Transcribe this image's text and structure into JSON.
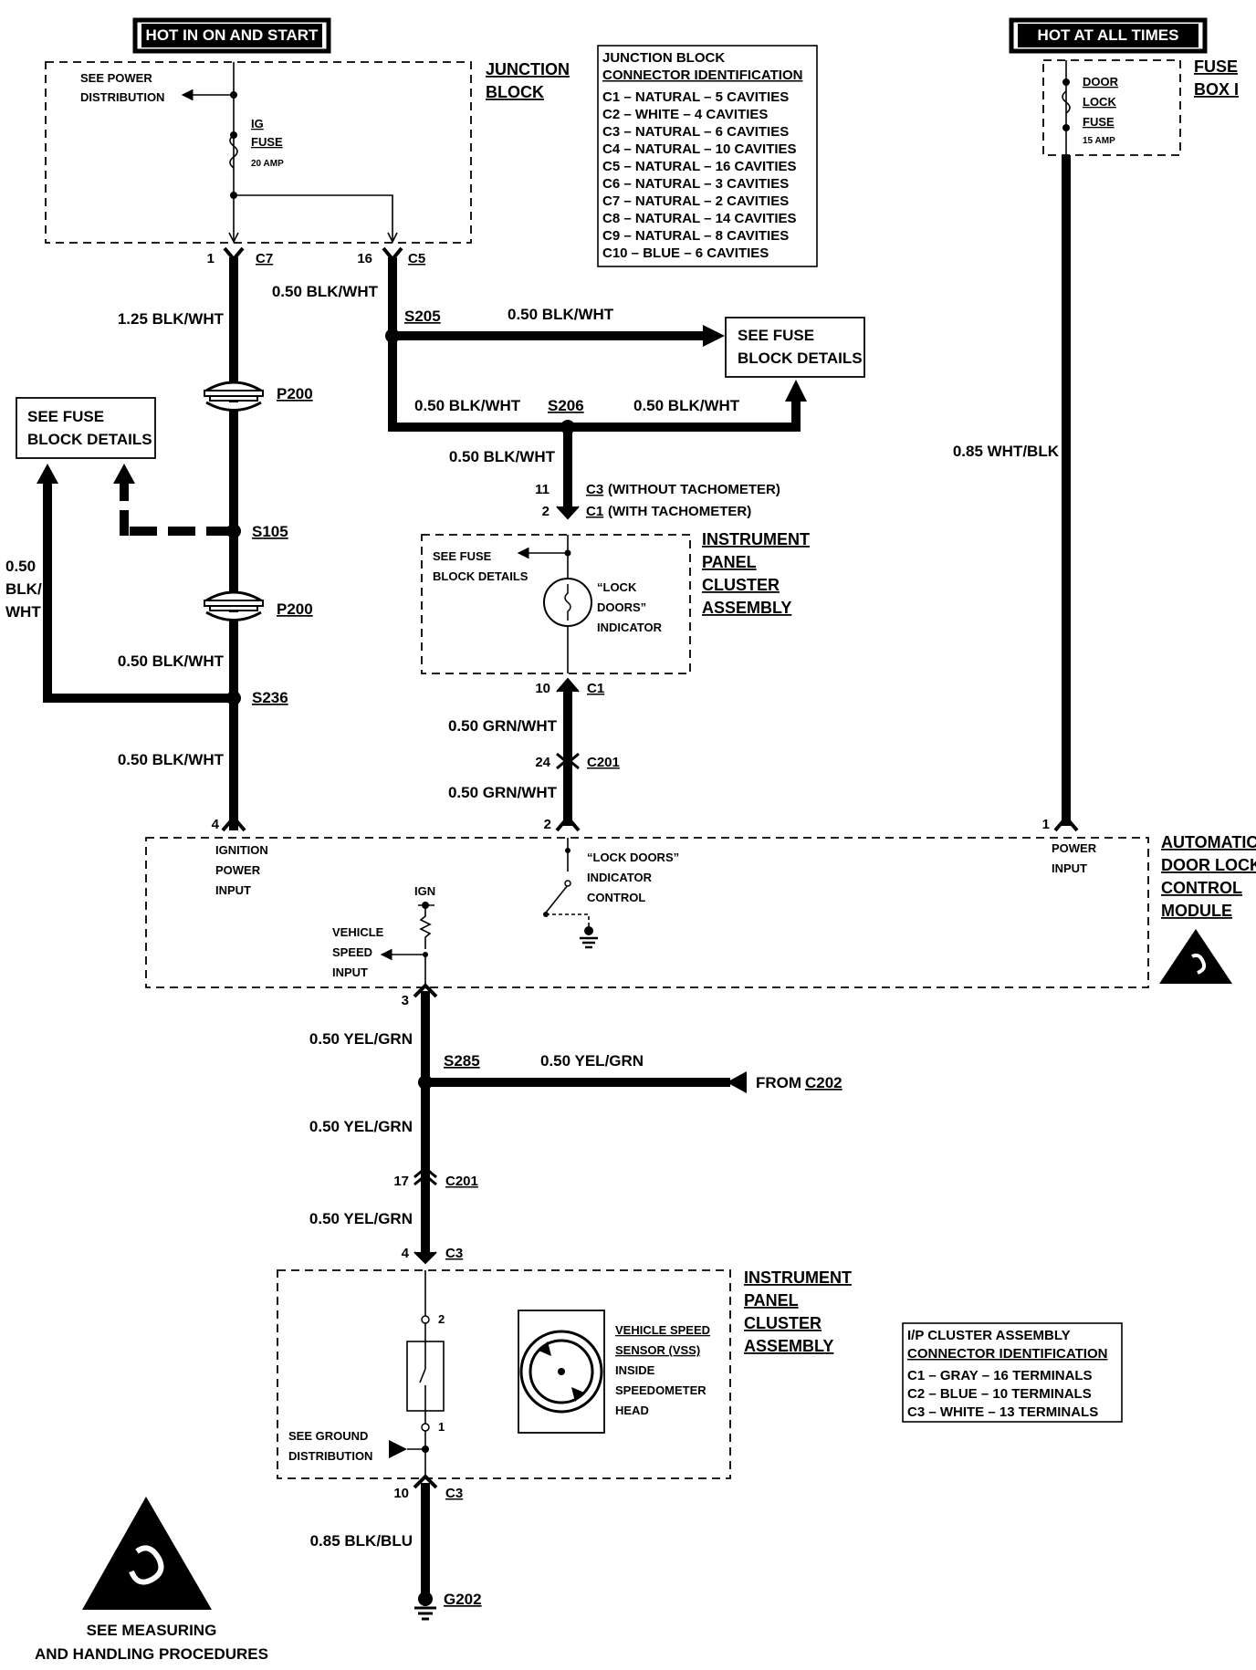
{
  "power": {
    "hot_in_on_and_start": "HOT IN ON AND START",
    "hot_at_all_times": "HOT AT ALL TIMES"
  },
  "junction_block": {
    "label_line1": "JUNCTION",
    "label_line2": "BLOCK",
    "see_power_line1": "SEE POWER",
    "see_power_line2": "DISTRIBUTION",
    "fuse_name_line1": "IG",
    "fuse_name_line2": "FUSE",
    "fuse_rating": "20 AMP"
  },
  "jb_connector_id": {
    "title_line1": "JUNCTION BLOCK",
    "title_line2": "CONNECTOR IDENTIFICATION",
    "rows": [
      "C1 – NATURAL – 5 CAVITIES",
      "C2 – WHITE – 4 CAVITIES",
      "C3 – NATURAL – 6 CAVITIES",
      "C4 – NATURAL – 10 CAVITIES",
      "C5 – NATURAL – 16 CAVITIES",
      "C6 – NATURAL – 3 CAVITIES",
      "C7 – NATURAL – 2 CAVITIES",
      "C8 – NATURAL – 14 CAVITIES",
      "C9 – NATURAL – 8 CAVITIES",
      "C10 – BLUE – 6 CAVITIES"
    ]
  },
  "fuse_box": {
    "label_line1": "FUSE",
    "label_line2": "BOX I",
    "fuse_line1": "DOOR",
    "fuse_line2": "LOCK",
    "fuse_line3": "FUSE",
    "fuse_rating": "15 AMP"
  },
  "pins": {
    "c7_pin": "1",
    "c7": "C7",
    "c5_pin": "16",
    "c5": "C5",
    "c3_pin": "11",
    "c3": "C3",
    "c3_note": "(WITHOUT TACHOMETER)",
    "c1_pin": "2",
    "c1": "C1",
    "c1_note": "(WITH TACHOMETER)",
    "ipc_out_pin": "10",
    "ipc_out": "C1",
    "c201_pin": "24",
    "c201": "C201",
    "mod_pin4": "4",
    "mod_pin2": "2",
    "mod_pin1": "1",
    "mod_pin3": "3",
    "c201b_pin": "17",
    "c201b": "C201",
    "c3b_pin": "4",
    "c3b": "C3",
    "c3c_pin": "10",
    "c3c": "C3",
    "sensor_pin2": "2",
    "sensor_pin1": "1"
  },
  "wires": {
    "w1": "1.25 BLK/WHT",
    "w2": "0.50 BLK/WHT",
    "w3": "0.50 BLK/WHT",
    "w4": "0.50 BLK/WHT",
    "w5": "0.50 BLK/WHT",
    "w6": "0.50 BLK/WHT",
    "w7": "0.50 BLK/WHT",
    "w8": "0.50 BLK/WHT",
    "w9_line1": "0.50",
    "w9_line2": "BLK/",
    "w9_line3": "WHT",
    "w10": "0.50 GRN/WHT",
    "w11": "0.50 GRN/WHT",
    "w12": "0.85 WHT/BLK",
    "w13": "0.50 YEL/GRN",
    "w14": "0.50 YEL/GRN",
    "w15": "0.50 YEL/GRN",
    "w16": "0.50 YEL/GRN",
    "w17": "0.85 BLK/BLU"
  },
  "splices": {
    "s205": "S205",
    "s206": "S206",
    "s105": "S105",
    "s236": "S236",
    "s285": "S285",
    "p200a": "P200",
    "p200b": "P200",
    "g202": "G202"
  },
  "fuse_block_details": {
    "right_line1": "SEE FUSE",
    "right_line2": "BLOCK DETAILS",
    "left_line1": "SEE FUSE",
    "left_line2": "BLOCK DETAILS"
  },
  "ipc_upper": {
    "see_fuse_line1": "SEE FUSE",
    "see_fuse_line2": "BLOCK DETAILS",
    "lamp_line1": "“LOCK",
    "lamp_line2": "DOORS”",
    "lamp_line3": "INDICATOR",
    "label_line1": "INSTRUMENT",
    "label_line2": "PANEL",
    "label_line3": "CLUSTER",
    "label_line4": "ASSEMBLY"
  },
  "module": {
    "label_line1": "AUTOMATIC",
    "label_line2": "DOOR LOCK",
    "label_line3": "CONTROL",
    "label_line4": "MODULE",
    "ign_line1": "IGNITION",
    "ign_line2": "POWER",
    "ign_line3": "INPUT",
    "ind_line1": "“LOCK DOORS”",
    "ind_line2": "INDICATOR",
    "ind_line3": "CONTROL",
    "pwr_line1": "POWER",
    "pwr_line2": "INPUT",
    "ign": "IGN",
    "vs_line1": "VEHICLE",
    "vs_line2": "SPEED",
    "vs_line3": "INPUT"
  },
  "from_c202": {
    "from": "FROM",
    "conn": "C202"
  },
  "ipc_lower": {
    "label_line1": "INSTRUMENT",
    "label_line2": "PANEL",
    "label_line3": "CLUSTER",
    "label_line4": "ASSEMBLY",
    "vss_line1": "VEHICLE SPEED",
    "vss_line2": "SENSOR (VSS)",
    "vss_line3": "INSIDE",
    "vss_line4": "SPEEDOMETER",
    "vss_line5": "HEAD",
    "gnd_line1": "SEE GROUND",
    "gnd_line2": "DISTRIBUTION"
  },
  "ip_connector_id": {
    "title_line1": "I/P CLUSTER ASSEMBLY",
    "title_line2": "CONNECTOR IDENTIFICATION",
    "rows": [
      "C1 – GRAY – 16 TERMINALS",
      "C2 – BLUE – 10 TERMINALS",
      "C3 – WHITE – 13 TERMINALS"
    ]
  },
  "esd_note": {
    "line1": "SEE  MEASURING",
    "line2": "AND HANDLING PROCEDURES"
  }
}
